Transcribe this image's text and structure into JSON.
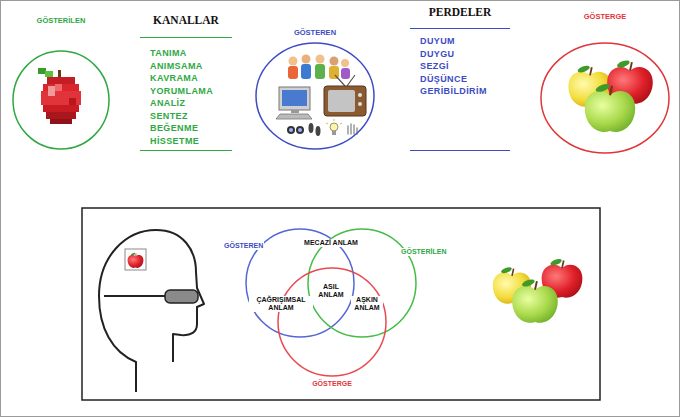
{
  "diagram": {
    "nodes": [
      {
        "text": [
          "GÖSTERİLEN"
        ]
      },
      {
        "text": [
          "KANALLAR",
          "TANIMA",
          "ANIMSAMA",
          "KAVRAMA",
          "YORUMLAMA",
          "ANALİZ",
          "SENTEZ",
          "BEĞENME",
          "HİSSETME"
        ]
      },
      {
        "text": [
          "GÖSTEREN"
        ]
      },
      {
        "text": [
          "PERDELER",
          "DUYUM",
          "DUYGU",
          "SEZGİ",
          "DÜŞÜNCE",
          "GERİBİLDİRİM"
        ]
      },
      {
        "text": [
          "GÖSTERGE"
        ]
      },
      {
        "text": [
          "GÖSTEREN"
        ]
      },
      {
        "text": [
          "GÖSTERİLEN"
        ]
      },
      {
        "text": [
          "GÖSTERGE"
        ]
      }
    ],
    "labels": [
      "MECAZİ ANLAM",
      "ASIL ANLAM",
      "ÇAĞRIŞIMSAL ANLAM",
      "AŞKIN ANLAM"
    ]
  }
}
